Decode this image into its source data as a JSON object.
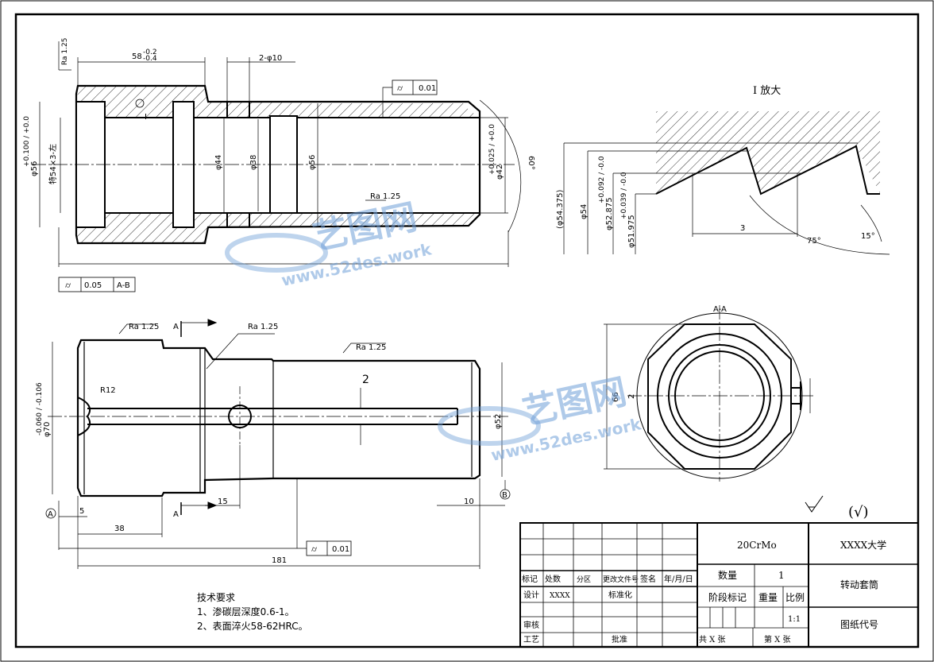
{
  "dims": {
    "ra_top": "Ra 1.25",
    "len_58": "58",
    "len_58_tol_up": "-0.2",
    "len_58_tol_lo": "-0.4",
    "holes_2x10": "2-φ10",
    "runout_box_top": "0.01",
    "phi56_main": "φ56",
    "phi56_tol": "+0.100 / +0.0",
    "thread": "特54×3-左",
    "phi44": "φ44",
    "phi38": "φ38",
    "phi56_inner": "φ56",
    "phi42": "φ42",
    "phi42_tol": "+0.025 / +0.0",
    "angle60": "60°",
    "ra_inner": "Ra 1.25",
    "roman_mark": "I",
    "runout_bottom_tol": "0.05",
    "runout_bottom_datum": "A-B",
    "ra_side1": "Ra 1.25",
    "ra_side2": "Ra 1.25",
    "ra_side3": "Ra 1.25",
    "section_mark": "A",
    "r12": "R12",
    "phi70": "φ70",
    "phi70_tol": "-0.060 / -0.106",
    "slot2": "2",
    "phi52": "φ52",
    "len5": "5",
    "len15": "15",
    "len38": "38",
    "len10": "10",
    "datum_a": "A",
    "datum_b": "B",
    "runout_side_tol": "0.01",
    "len181": "181"
  },
  "detail": {
    "title": "I  放大",
    "d1": "(φ54.375)",
    "d2": "φ54",
    "d3": "φ52.875",
    "d3_tol": "+0.092 / -0.0",
    "d4": "φ51.975",
    "d4_tol": "+0.039 / -0.0",
    "pitch": "3",
    "ang75": "75°",
    "ang15": "15°"
  },
  "section": {
    "label": "A-A",
    "width": "66",
    "mark": "2"
  },
  "roughness_note": "(√)",
  "notes": {
    "heading": "技术要求",
    "line1": "1、渗碳层深度0.6-1。",
    "line2": "2、表面淬火58-62HRC。"
  },
  "title_block": {
    "material": "20CrMo",
    "school": "XXXX大学",
    "part_name": "转动套筒",
    "drawing_no": "图纸代号",
    "qty_label": "数量",
    "qty_value": "1",
    "stage_label": "阶段标记",
    "weight_label": "重量",
    "scale_label": "比例",
    "scale_value": "1:1",
    "total_sheets": "共  X  张",
    "sheet_no": "第  X  张",
    "rev_mark": "标记",
    "rev_count": "处数",
    "rev_zone": "分区",
    "rev_doc": "更改文件号",
    "rev_sign": "签名",
    "rev_date": "年/月/日",
    "design_label": "设计",
    "design_value": "XXXX",
    "standard_label": "标准化",
    "review_label": "审核",
    "process_label": "工艺",
    "approve_label": "批准"
  },
  "watermark": {
    "cn": "艺图网",
    "url": "www.52des.work"
  }
}
